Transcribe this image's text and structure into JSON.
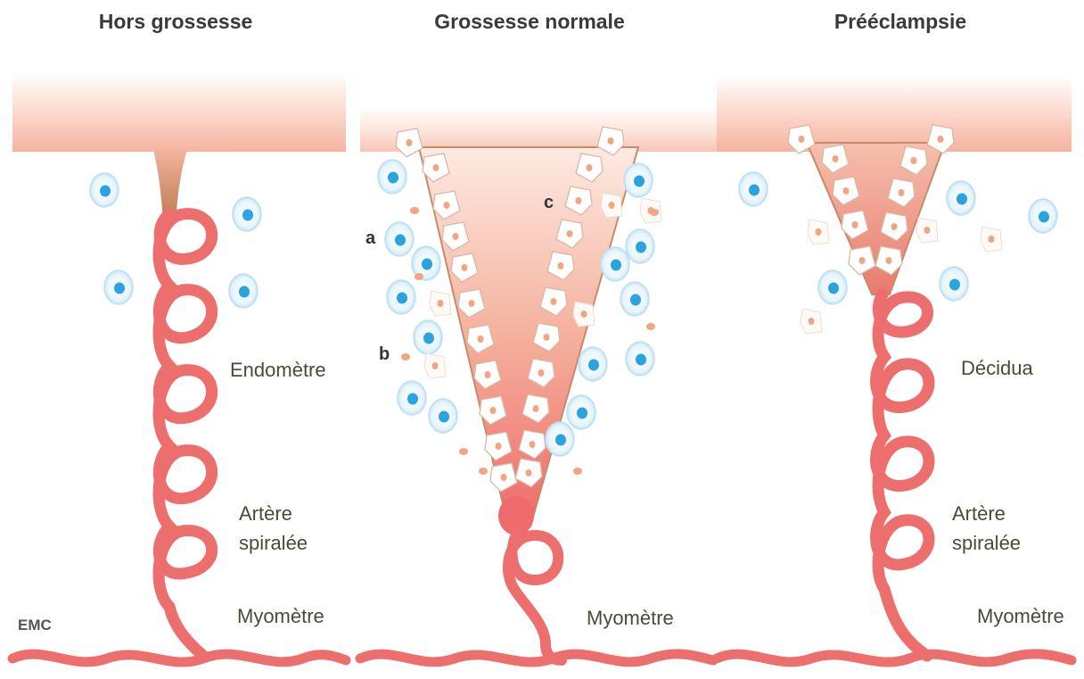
{
  "panels": [
    {
      "title": "Hors grossesse",
      "labels": {
        "tissue": "Endomètre",
        "artery_line1": "Artère",
        "artery_line2": "spiralée",
        "muscle": "Myomètre"
      }
    },
    {
      "title": "Grossesse normale",
      "labels": {
        "muscle": "Myomètre",
        "a": "a",
        "b": "b",
        "c": "c"
      }
    },
    {
      "title": "Prééclampsie",
      "labels": {
        "tissue": "Décidua",
        "artery_line1": "Artère",
        "artery_line2": "spiralée",
        "muscle": "Myomètre"
      }
    }
  ],
  "logo": "EMC",
  "colors": {
    "artery": "#ec6f6d",
    "tissue_top": "#ffe9de",
    "tissue_mid": "#f8b9a6",
    "nk_cell_fill": "#e8f6fc",
    "nk_cell_nucleus": "#2aa3e0",
    "trophoblast_fill": "#ffffff",
    "trophoblast_nucleus": "#f0a584",
    "funnel_top": "#fde8df",
    "funnel_bottom": "#f06a6a"
  }
}
